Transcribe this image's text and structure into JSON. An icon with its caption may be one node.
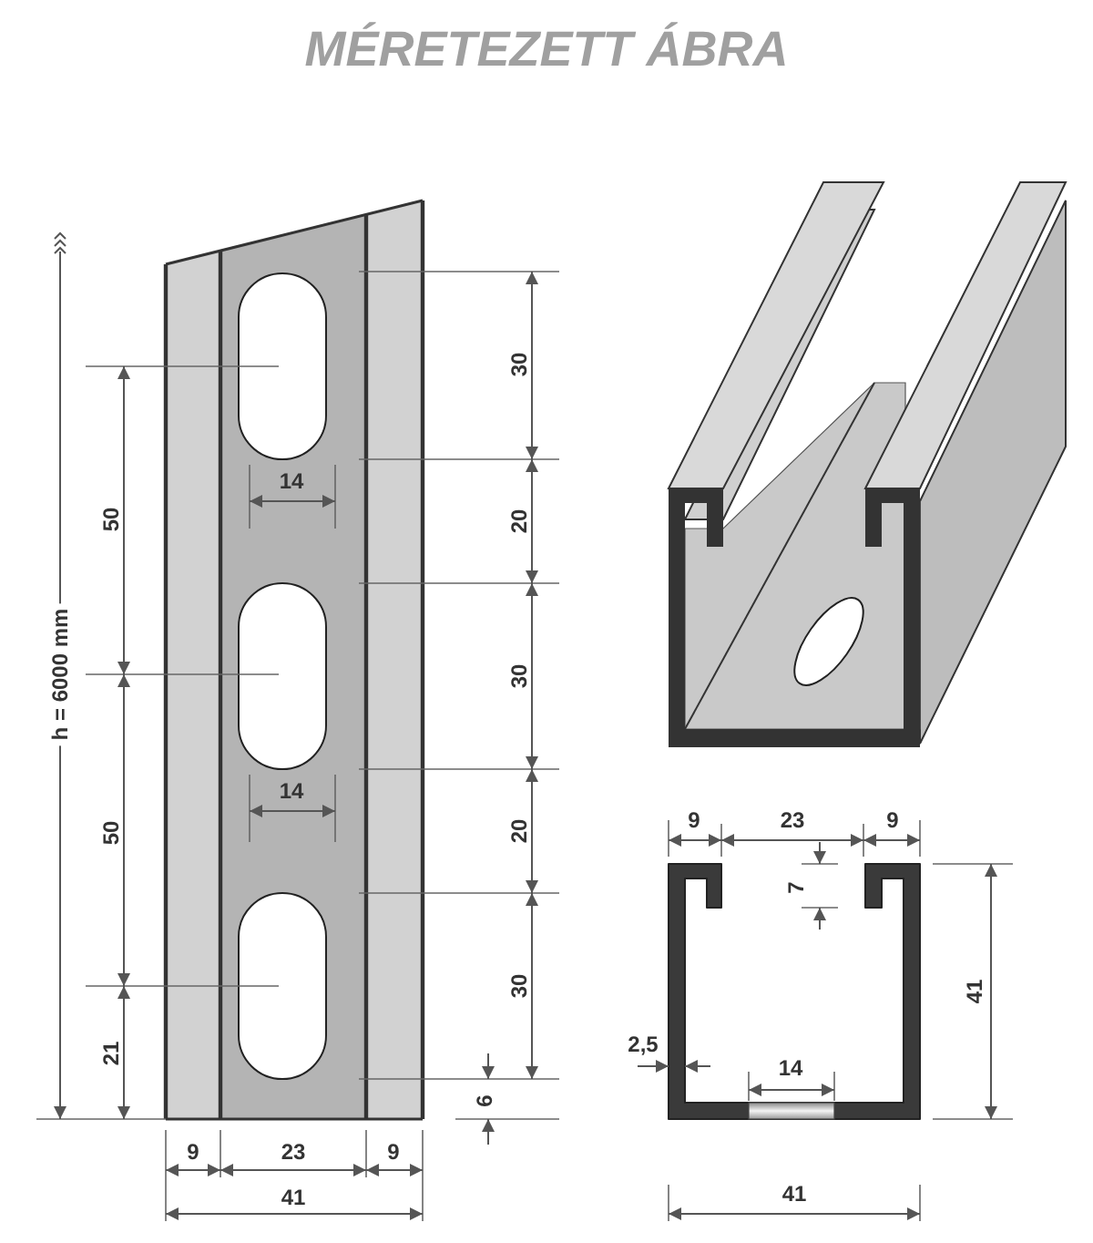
{
  "diagram": {
    "title": "MÉRETEZETT ÁBRA",
    "labels": [
      "h = 6000 mm",
      "50",
      "14",
      "50",
      "14",
      "21",
      "30",
      "20",
      "30",
      "20",
      "30",
      "6",
      "9",
      "23",
      "9",
      "41",
      "9",
      "23",
      "9",
      "7",
      "41",
      "2,5",
      "14",
      "41"
    ]
  }
}
